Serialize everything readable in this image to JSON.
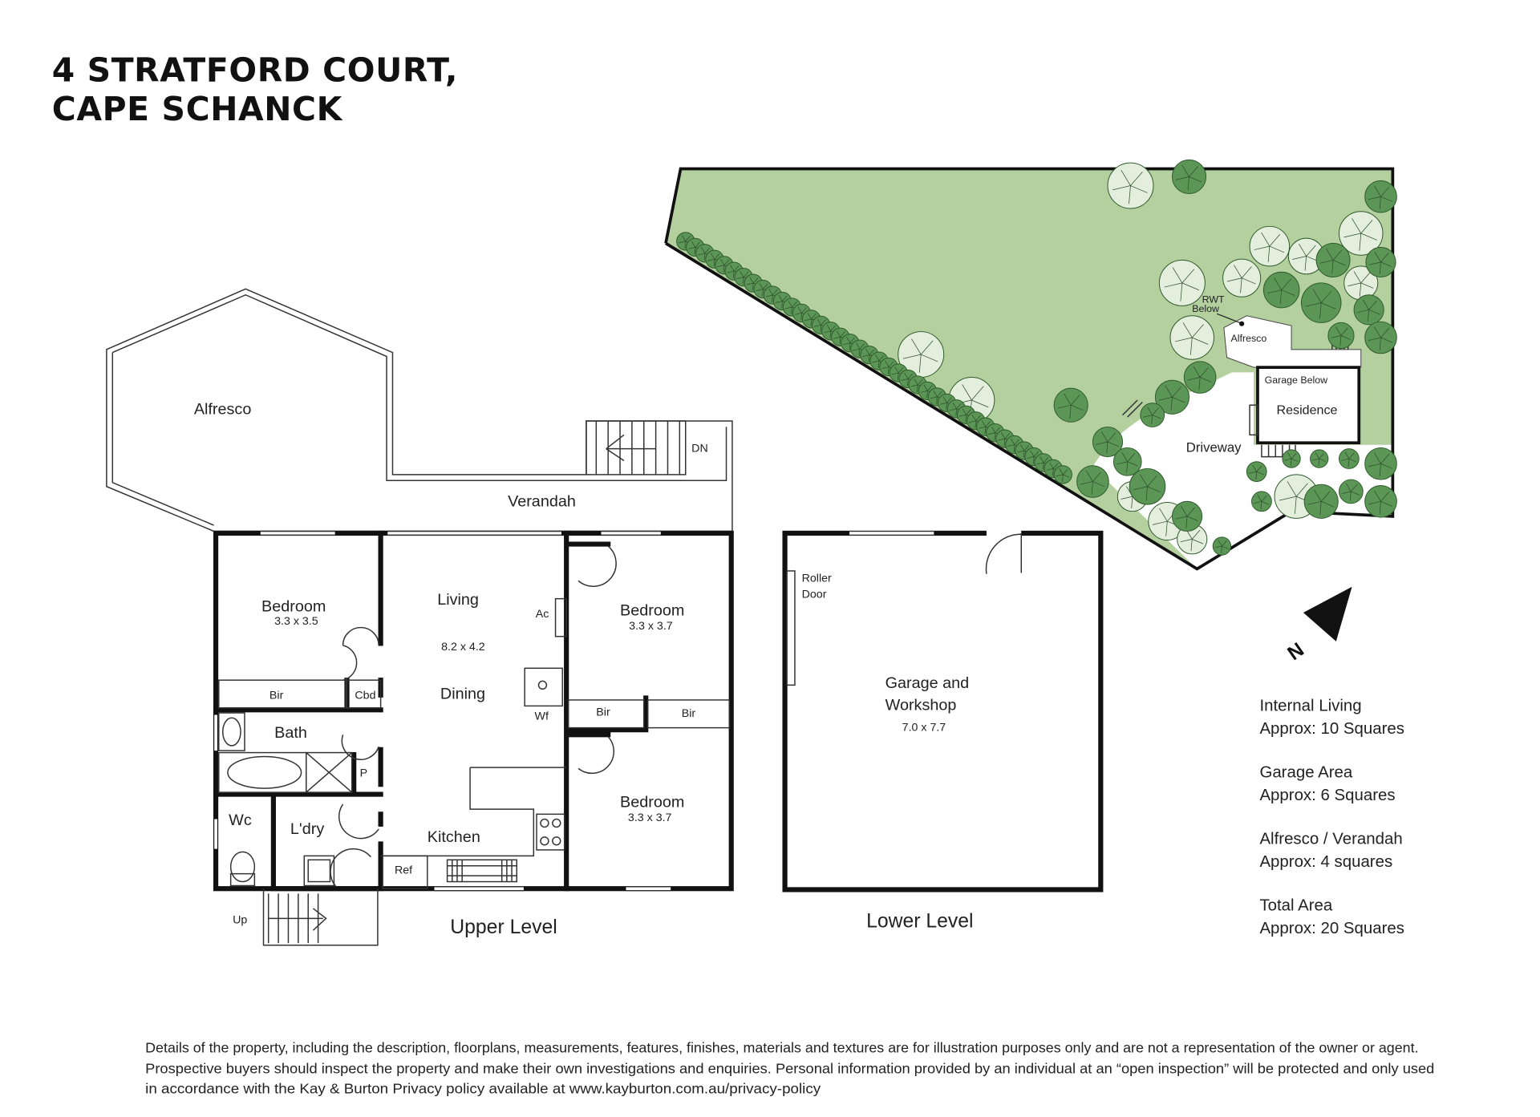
{
  "title": {
    "line1": "4 STRATFORD COURT,",
    "line2": "CAPE SCHANCK"
  },
  "upper_level": {
    "label": "Upper Level",
    "rooms": {
      "alfresco": "Alfresco",
      "verandah": "Verandah",
      "dn": "DN",
      "bedroom1": "Bedroom",
      "bedroom1_size": "3.3 x 3.5",
      "living": "Living",
      "living_size": "8.2 x 4.2",
      "dining": "Dining",
      "ac": "Ac",
      "wf": "Wf",
      "bedroom2": "Bedroom",
      "bedroom2_size": "3.3 x 3.7",
      "bedroom3": "Bedroom",
      "bedroom3_size": "3.3 x 3.7",
      "bir1": "Bir",
      "cbd": "Cbd",
      "bir2": "Bir",
      "bir3": "Bir",
      "bath": "Bath",
      "p": "P",
      "wc": "Wc",
      "ldry": "L'dry",
      "kitchen": "Kitchen",
      "ref": "Ref",
      "up": "Up"
    }
  },
  "lower_level": {
    "label": "Lower Level",
    "roller_door_1": "Roller",
    "roller_door_2": "Door",
    "garage_1": "Garage and",
    "garage_2": "Workshop",
    "garage_size": "7.0 x 7.7"
  },
  "site_plan": {
    "rwt_1": "RWT",
    "rwt_2": "Below",
    "alfresco": "Alfresco",
    "garage_below": "Garage Below",
    "residence": "Residence",
    "driveway": "Driveway",
    "north": "N",
    "colors": {
      "lawn": "#b4d09f",
      "tree_dark": "#5c9657",
      "tree_light": "#e4eedd"
    }
  },
  "areas": [
    {
      "label": "Internal Living",
      "value": "Approx: 10 Squares"
    },
    {
      "label": "Garage Area",
      "value": "Approx: 6 Squares"
    },
    {
      "label": "Alfresco / Verandah",
      "value": "Approx: 4 squares"
    },
    {
      "label": "Total Area",
      "value": "Approx: 20 Squares"
    }
  ],
  "disclaimer": {
    "line1": "Details of the property, including the description, floorplans, measurements, features, finishes, materials and textures are for illustration purposes only and are not a representation of the owner or agent.",
    "line2": "Prospective buyers should inspect the property and make their own investigations and enquiries.  Personal information provided by an individual at an “open inspection” will be protected and only used",
    "line3": "in accordance with the Kay & Burton Privacy policy  available at  www.kayburton.com.au/privacy-policy"
  }
}
